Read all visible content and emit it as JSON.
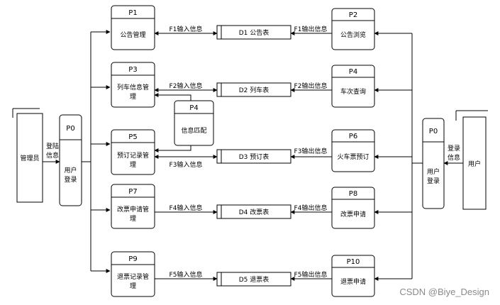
{
  "external_entities": {
    "admin": {
      "label": "管理员"
    },
    "user": {
      "label": "用户"
    }
  },
  "processes": {
    "p0_left": {
      "id": "P0",
      "line1": "用户",
      "line2": "登录"
    },
    "p0_right": {
      "id": "P0",
      "line1": "用户",
      "line2": "登录"
    },
    "p1": {
      "id": "P1",
      "line1": "公告管理",
      "line2": ""
    },
    "p2": {
      "id": "P2",
      "line1": "公告浏览",
      "line2": ""
    },
    "p3": {
      "id": "P3",
      "line1": "列车信息管",
      "line2": "理"
    },
    "p4_match": {
      "id": "P4",
      "line1": "信息匹配",
      "line2": ""
    },
    "p4": {
      "id": "P4",
      "line1": "车次查询",
      "line2": ""
    },
    "p5": {
      "id": "P5",
      "line1": "预订记录管",
      "line2": "理"
    },
    "p6": {
      "id": "P6",
      "line1": "火车票预订",
      "line2": ""
    },
    "p7": {
      "id": "P7",
      "line1": "改票申请管",
      "line2": "理"
    },
    "p8": {
      "id": "P8",
      "line1": "改票申请",
      "line2": ""
    },
    "p9": {
      "id": "P9",
      "line1": "退票记录管",
      "line2": "理"
    },
    "p10": {
      "id": "P10",
      "line1": "退票申请",
      "line2": ""
    }
  },
  "data_stores": {
    "d1": {
      "label": "D1 公告表"
    },
    "d2": {
      "label": "D2 列车表"
    },
    "d3": {
      "label": "D3 预订表"
    },
    "d4": {
      "label": "D4 改票表"
    },
    "d5": {
      "label": "D5 退票表"
    }
  },
  "flows": {
    "admin_login_1": "登陆",
    "admin_login_2": "信息",
    "user_login_1": "登录",
    "user_login_2": "信息",
    "f1_in": "F1输入信息",
    "f1_out": "F1输出信息",
    "f2_in": "F2输入信息",
    "f2_out": "F2输出信息",
    "f3_in": "F3输入信息",
    "f3_out": "F3输出信息",
    "f4_in": "F4输入信息",
    "f4_out": "F4输出信息",
    "f5_in": "F5输入信息",
    "f5_out": "F5输出信息"
  },
  "watermark": "CSDN @Biye_Design"
}
